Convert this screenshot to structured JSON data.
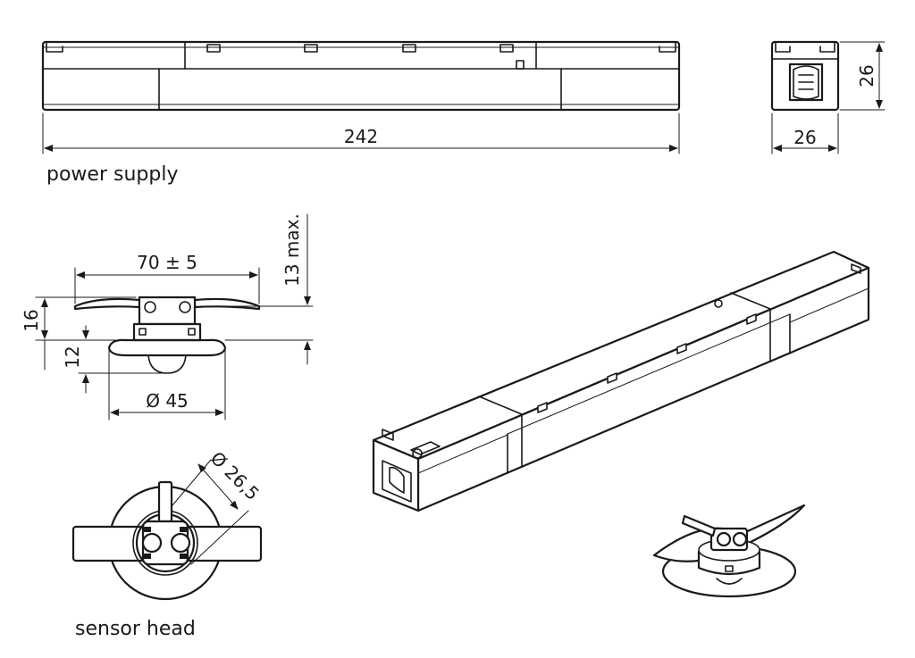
{
  "power_supply": {
    "caption": "power supply",
    "length_label": "242",
    "end_height_label": "26",
    "end_width_label": "26"
  },
  "sensor": {
    "caption": "sensor head",
    "clip_width_label": "70 ± 5",
    "total_height_label": "13 max.",
    "height_label": "16",
    "lens_height_label": "12",
    "diameter_label": "Ø 45",
    "cutout_label": "Ø 26,5"
  },
  "colors": {
    "line": "#1a1a1a",
    "background": "#ffffff"
  }
}
